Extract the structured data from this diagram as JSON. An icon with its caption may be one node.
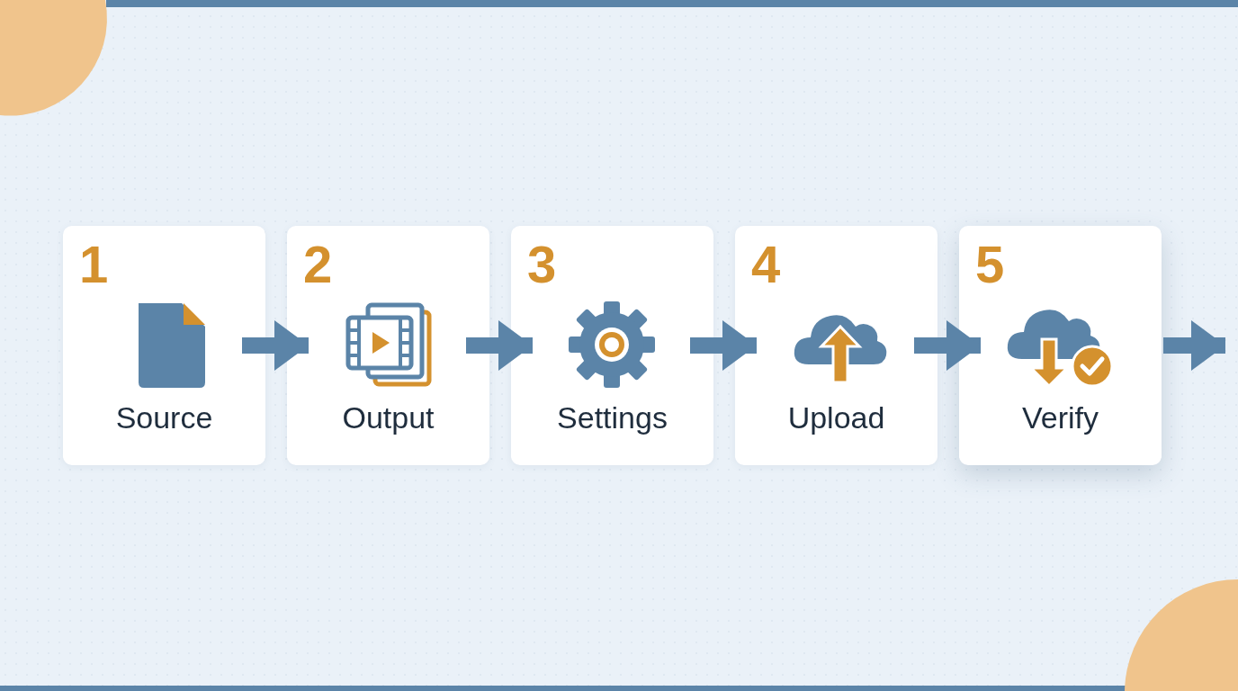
{
  "diagram": {
    "nodes": [
      {
        "text": [
          "1",
          "Source"
        ]
      },
      {
        "text": [
          "2",
          "Output"
        ]
      },
      {
        "text": [
          "3",
          "Settings"
        ]
      },
      {
        "text": [
          "4",
          "Upload"
        ]
      },
      {
        "text": [
          "5",
          "Verify"
        ]
      }
    ],
    "edges": [
      {
        "from": 0,
        "to": 1,
        "arrow": "to"
      },
      {
        "from": 1,
        "to": 2,
        "arrow": "to"
      },
      {
        "from": 2,
        "to": 3,
        "arrow": "to"
      },
      {
        "from": 3,
        "to": 4,
        "arrow": "to"
      },
      {
        "from": 4,
        "to": null,
        "arrow": "to"
      }
    ]
  }
}
